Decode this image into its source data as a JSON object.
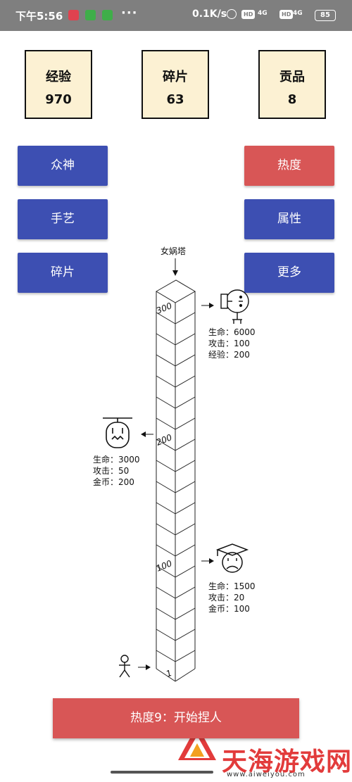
{
  "status_bar": {
    "time": "下午5:56",
    "more": "···",
    "speed": "0.1K/s",
    "hd": "HD",
    "signal": "4G",
    "battery": "85",
    "app_icon_colors": [
      "#e0424f",
      "#3fae49",
      "#3fae49"
    ]
  },
  "stats": [
    {
      "label": "经验",
      "value": "970"
    },
    {
      "label": "碎片",
      "value": "63"
    },
    {
      "label": "贡品",
      "value": "8"
    }
  ],
  "left_buttons": [
    "众神",
    "手艺",
    "碎片"
  ],
  "right_buttons": [
    "热度",
    "属性",
    "更多"
  ],
  "tower": {
    "label": "女娲塔",
    "floor_markers": [
      "300",
      "200",
      "100",
      "1"
    ]
  },
  "enemies": [
    {
      "lines": [
        "生命：6000",
        "攻击：100",
        "经验：200"
      ]
    },
    {
      "lines": [
        "生命：3000",
        "攻击：50",
        "金币：200"
      ]
    },
    {
      "lines": [
        "生命：1500",
        "攻击：20",
        "金币：100"
      ]
    }
  ],
  "start_button": "热度9：开始捏人",
  "watermark": {
    "text": "天海游戏网",
    "url": "www.aiweiyou.com"
  },
  "colors": {
    "blue_button": "#3d4fb2",
    "red_button": "#d85656",
    "stat_bg": "#fcf1d3",
    "statusbar": "#7f7f7f"
  }
}
